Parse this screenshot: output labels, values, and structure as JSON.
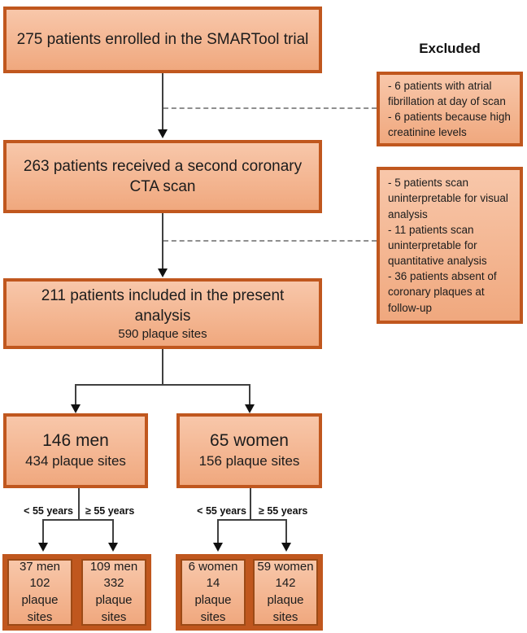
{
  "palette": {
    "box_border": "#c0571e",
    "box_fill_top": "#f8c7aa",
    "box_fill_bottom": "#f0a87e",
    "inner_box_border": "#9c4a16",
    "connector_line": "#404040",
    "dashed_line": "#8f8f8f",
    "text": "#1c1c1c"
  },
  "main": {
    "box1": "275 patients enrolled in the SMARTool trial",
    "box2": "263 patients received a second coronary CTA scan",
    "box3_title": "211 patients included in the present analysis",
    "box3_sub": "590 plaque sites"
  },
  "excluded": {
    "title": "Excluded",
    "box1": "- 6 patients with atrial fibrillation at day of scan\n- 6 patients because high creatinine levels",
    "box2": "- 5 patients scan uninterpretable for visual analysis\n- 11 patients scan uninterpretable for quantitative analysis\n- 36 patients absent of coronary plaques at follow-up"
  },
  "men": {
    "title": "146 men",
    "sub": "434 plaque sites",
    "lt55": "37 men\n102\nplaque\nsites",
    "ge55": "109 men\n332\nplaque\nsites"
  },
  "women": {
    "title": "65 women",
    "sub": "156 plaque sites",
    "lt55": "6 women\n14\nplaque\nsites",
    "ge55": "59 women\n142\nplaque\nsites"
  },
  "labels": {
    "lt55": "< 55 years",
    "ge55": "≥ 55 years"
  }
}
